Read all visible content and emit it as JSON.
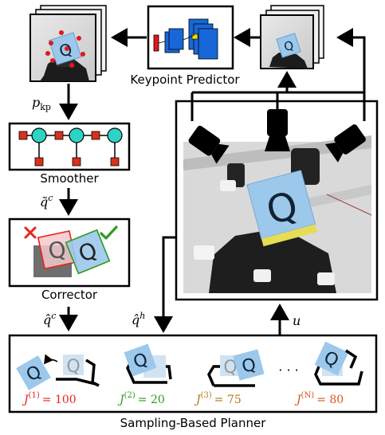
{
  "blocks": {
    "keypoint_predictor": "Keypoint Predictor",
    "smoother": "Smoother",
    "corrector": "Corrector",
    "planner": "Sampling-Based Planner"
  },
  "signals": {
    "p_kp_main": "p",
    "p_kp_sub": "kp",
    "q_tilde": "q̃",
    "q_tilde_sup": "c",
    "q_hat_c": "q̂",
    "q_hat_c_sup": "c",
    "q_hat_h": "q̂",
    "q_hat_h_sup": "h",
    "u": "u"
  },
  "costs": [
    {
      "lhs": "J",
      "idx": "(1)",
      "val": "= 100",
      "color": "#e8241c"
    },
    {
      "lhs": "J",
      "idx": "(2)",
      "val": "= 20",
      "color": "#2e9b1f"
    },
    {
      "lhs": "J",
      "idx": "(3)",
      "val": "= 75",
      "color": "#b07a12"
    },
    {
      "lhs": "J",
      "idx": "(N)",
      "val": "= 80",
      "color": "#d8561a"
    }
  ],
  "ellipsis": "· · ·",
  "colors": {
    "cube": "#9cc8ec",
    "keypoint": "#e3171b",
    "smoother_node": "#2fd3c4",
    "smoother_square": "#d8311c",
    "check": "#2e9b1f",
    "cross": "#e8241c",
    "predictor_blue": "#1867d8",
    "predictor_red": "#e3171b"
  },
  "icons": [
    "camera-icon",
    "robot-hand-photo",
    "cube-icon"
  ]
}
